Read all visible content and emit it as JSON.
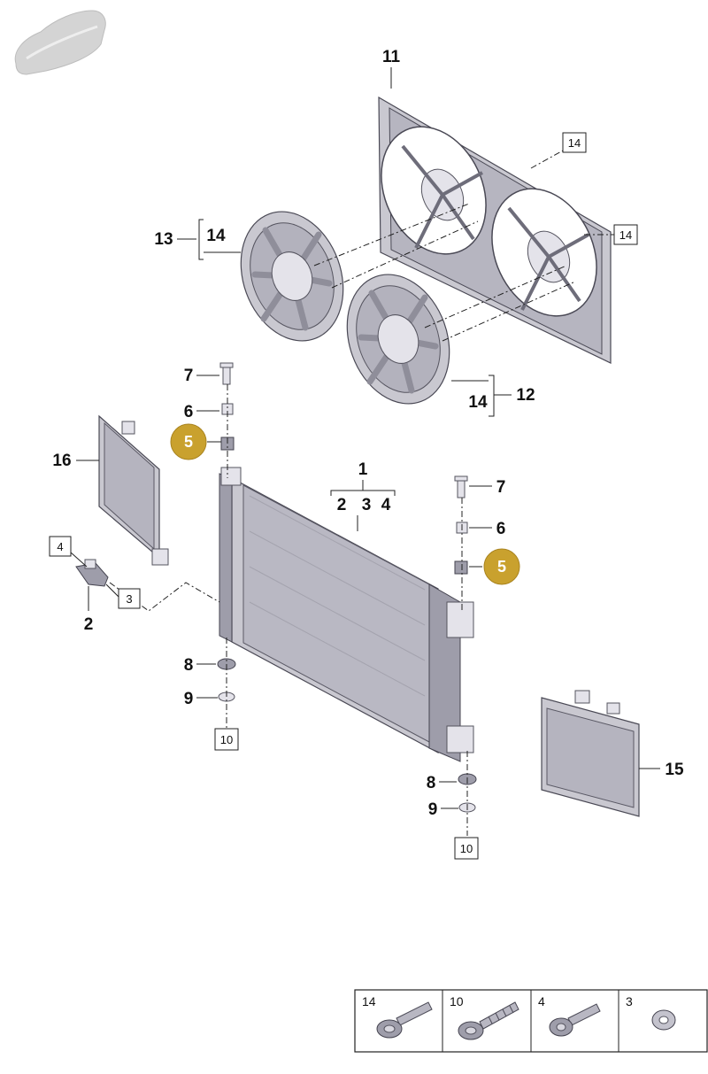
{
  "callouts": {
    "c1": "1",
    "c2_top": "2",
    "c3_top": "3",
    "c4_top": "4",
    "c2": "2",
    "c3": "3",
    "c4": "4",
    "c5_left": "5",
    "c5_right": "5",
    "c6_left": "6",
    "c6_right": "6",
    "c7_left": "7",
    "c7_right": "7",
    "c8_left": "8",
    "c8_right": "8",
    "c9_left": "9",
    "c9_right": "9",
    "c10_left": "10",
    "c10_right": "10",
    "c11": "11",
    "c12": "12",
    "c13": "13",
    "c14_fan_left": "14",
    "c14_fan_right": "14",
    "c14_box_top": "14",
    "c14_box_right": "14",
    "c15": "15",
    "c16": "16"
  },
  "legend": [
    {
      "label": "14",
      "icon": "flange-bolt-icon"
    },
    {
      "label": "10",
      "icon": "self-tapping-screw-icon"
    },
    {
      "label": "4",
      "icon": "short-bolt-icon"
    },
    {
      "label": "3",
      "icon": "washer-icon"
    }
  ],
  "colors": {
    "highlight": "#c9a12e",
    "part": "#c9c8d0"
  }
}
